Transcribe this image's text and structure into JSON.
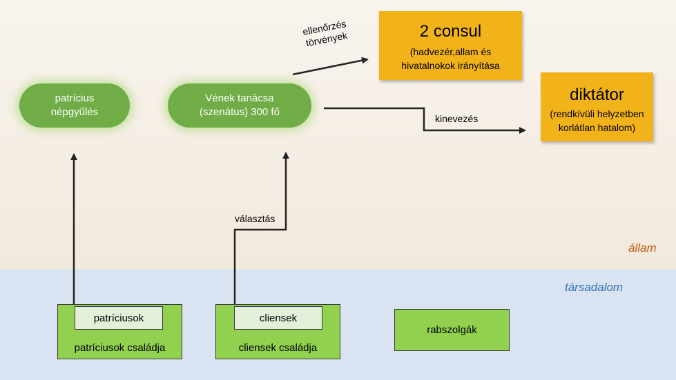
{
  "nodes": {
    "patricius_assembly": [
      "patrícius",
      "népgyűlés"
    ],
    "senate": [
      "Vének tanácsa",
      "(szenátus) 300 fő"
    ],
    "consul": {
      "title": "2 consul",
      "desc": [
        "(hadvezér,allam és",
        "hivatalnokok irányítása"
      ]
    },
    "dictator": {
      "title": "diktátor",
      "desc": [
        "(rendkívüli helyzetben",
        "korlátlan hatalom)"
      ]
    },
    "patricians_family": {
      "inner": "patríciusok",
      "outer": "patríciusok családja"
    },
    "clients_family": {
      "inner": "cliensek",
      "outer": "cliensek családja"
    },
    "slaves": "rabszolgák"
  },
  "edges": {
    "control_laws": [
      "ellenőrzés",
      "törvények"
    ],
    "appointment": "kinevezés",
    "election": "választás"
  },
  "zones": {
    "state": "állam",
    "society": "társadalom"
  },
  "colors": {
    "pill_green": "#70ad47",
    "orange": "#f2b21a",
    "box_green": "#92d050",
    "state_label": "#c55a11",
    "society_label": "#2e75b6"
  }
}
